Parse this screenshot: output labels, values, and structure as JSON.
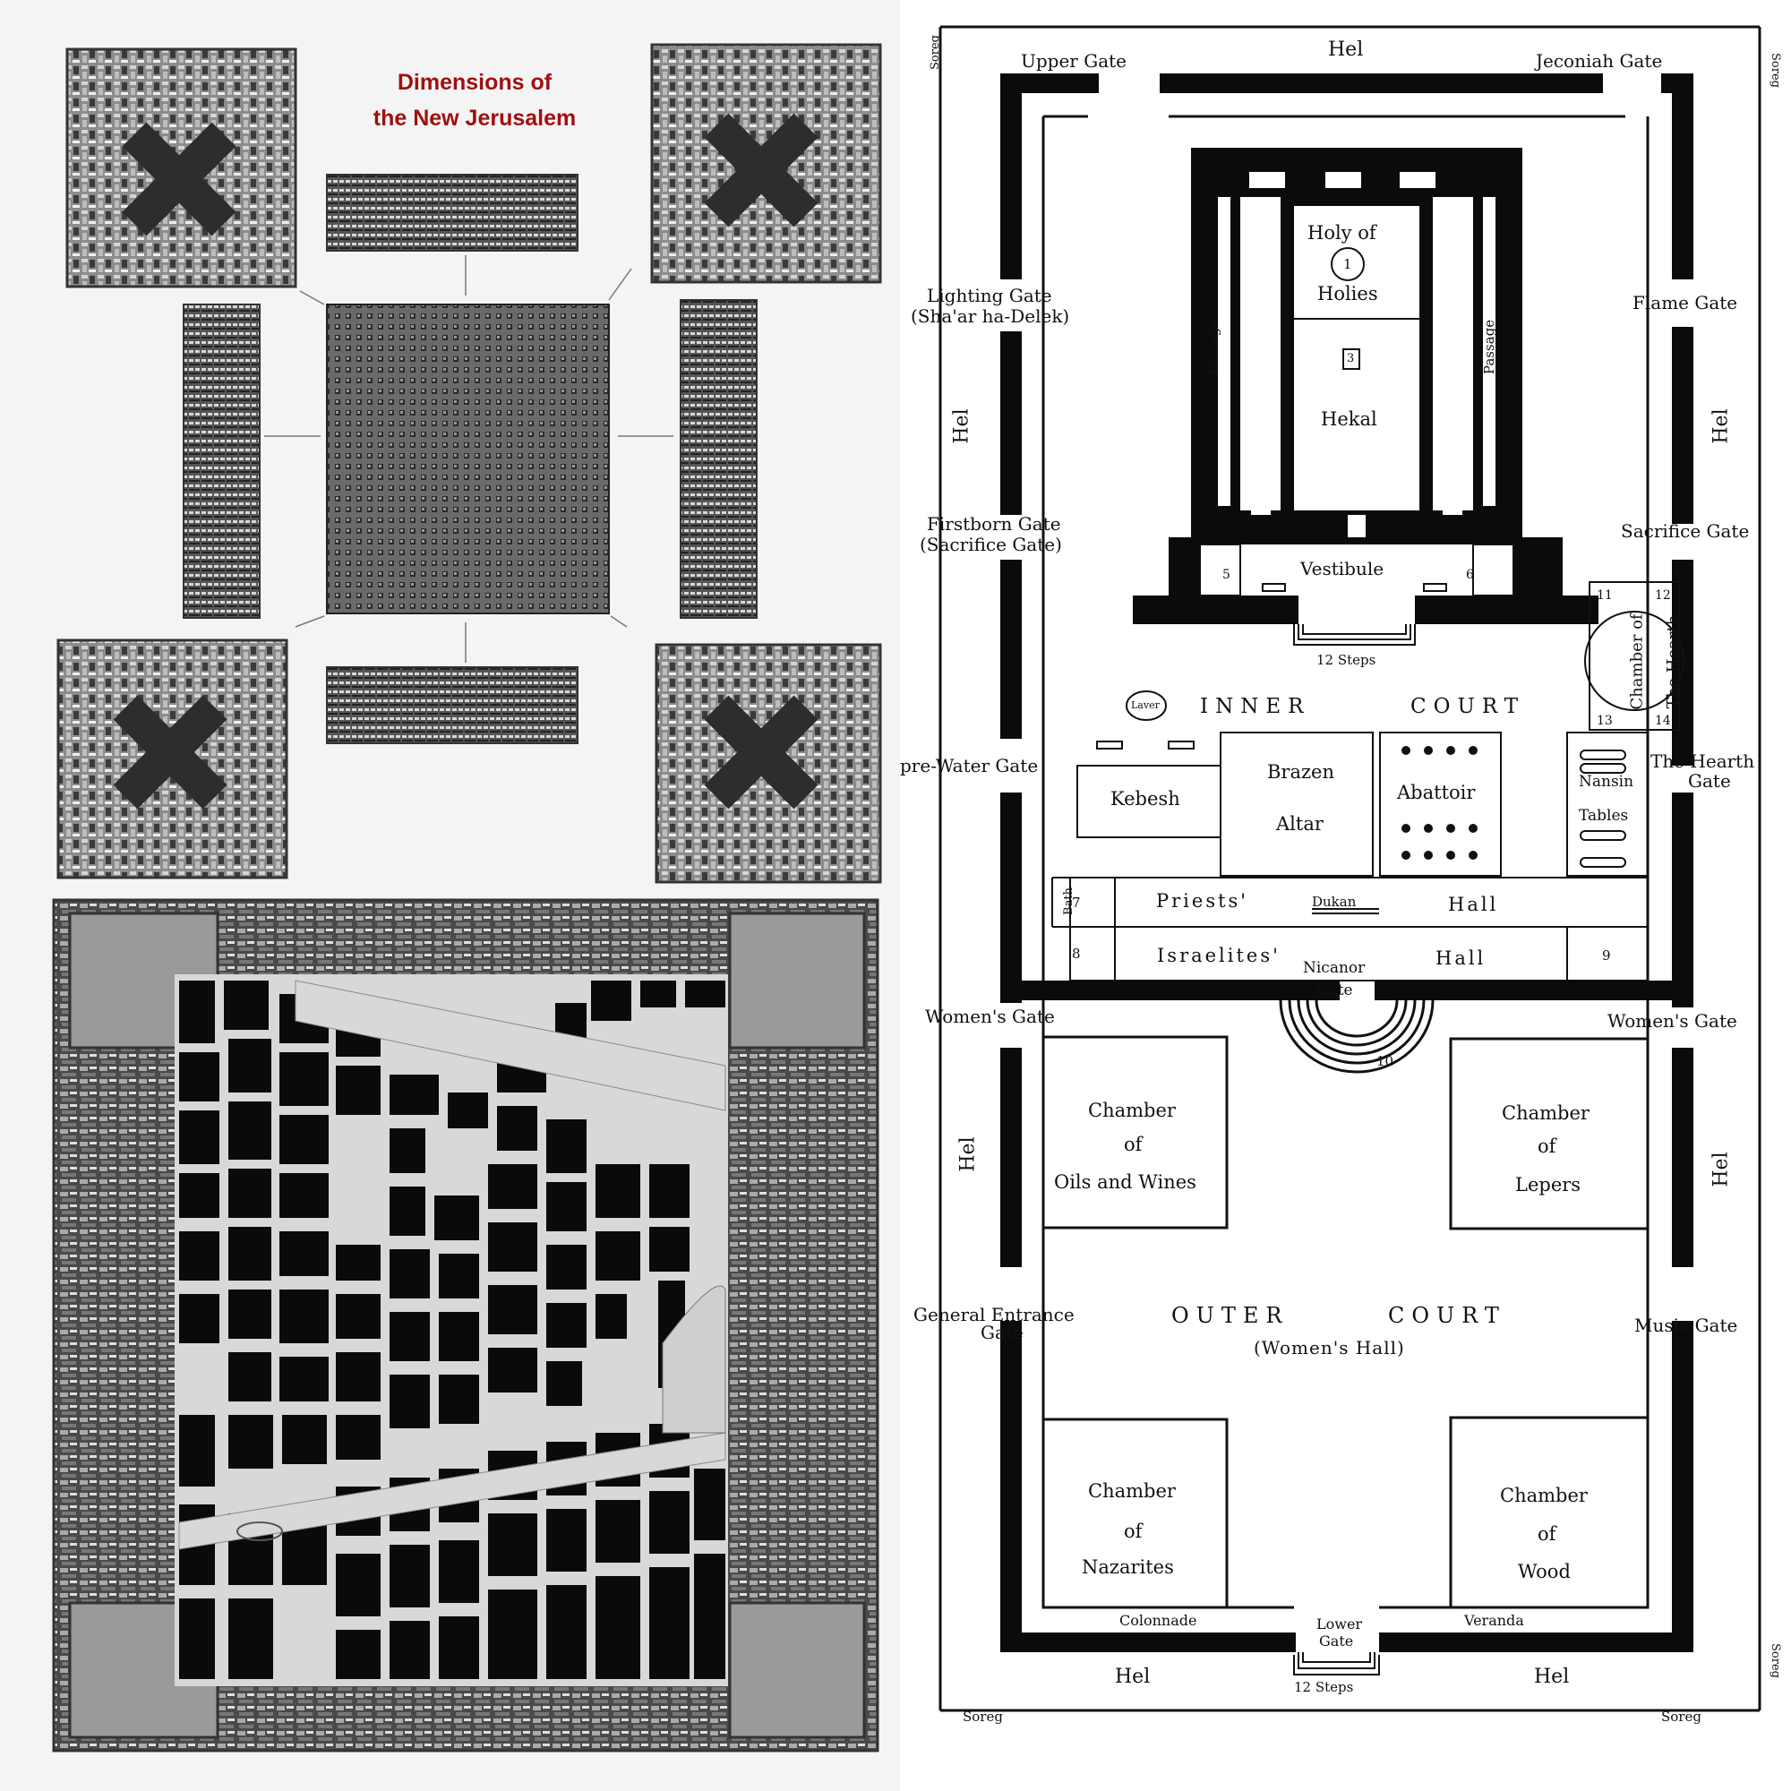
{
  "left_title": {
    "line1": "Dimensions of",
    "line2": "the New Jerusalem"
  },
  "plan": {
    "gates": {
      "upper": "Upper Gate",
      "jeconiah": "Jeconiah Gate",
      "lighting": "Lighting Gate",
      "lighting_alt": "(Sha'ar ha-Delek)",
      "flame": "Flame Gate",
      "firstborn": "Firstborn Gate",
      "firstborn_alt": "(Sacrifice Gate)",
      "sacrifice": "Sacrifice Gate",
      "water": "pre-Water Gate",
      "hearth_1": "The Hearth",
      "hearth_2": "Gate",
      "women_left": "Women's Gate",
      "women_right": "Women's Gate",
      "general_1": "General Entrance",
      "general_2": "Gate",
      "music": "Music Gate",
      "lower_1": "Lower",
      "lower_2": "Gate",
      "nicanor_1": "Nicanor",
      "nicanor_2": "Gate"
    },
    "hel": "Hel",
    "soreg": "Soreg",
    "holy_1": "Holy of",
    "holy_2": "Holies",
    "hekal": "Hekal",
    "passage": "Passage",
    "vestibule": "Vestibule",
    "steps": "12 Steps",
    "inner_court_1": "INNER",
    "inner_court_2": "COURT",
    "laver": "Laver",
    "kebesh": "Kebesh",
    "brazen": "Brazen",
    "altar": "Altar",
    "abattoir": "Abattoir",
    "nansin_1": "Nansin",
    "nansin_2": "Tables",
    "hearth_chamber_1": "Chamber of",
    "hearth_chamber_2": "The Hearth",
    "bath": "Bath",
    "priests": "Priests'",
    "dukan": "Dukan",
    "hall": "Hall",
    "israelites": "Israelites'",
    "outer_court": "OUTER",
    "outer_court_2": "COURT",
    "womens_hall": "(Women's Hall)",
    "chamber": "Chamber",
    "of": "of",
    "oils": "Oils and Wines",
    "lepers": "Lepers",
    "nazarites": "Nazarites",
    "wood": "Wood",
    "colonnade": "Colonnade",
    "veranda": "Veranda",
    "n1": "1",
    "n3": "3",
    "n5": "5",
    "n6": "6",
    "n7": "7",
    "n8": "8",
    "n9": "9",
    "n10": "10",
    "n11": "11",
    "n12": "12",
    "n13": "13",
    "n14": "14"
  }
}
